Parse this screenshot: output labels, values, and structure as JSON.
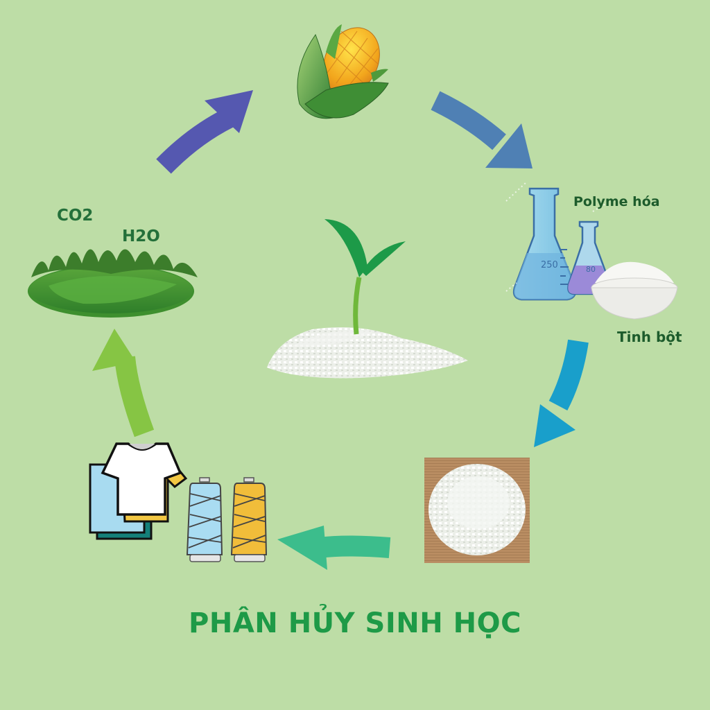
{
  "diagram": {
    "title": "PHÂN HỦY SINH HỌC",
    "background_color": "#bddda6",
    "title_color": "#1e9a47",
    "label_color": "#1f6b34",
    "nodes": [
      {
        "id": "corn",
        "icon": "corn-icon",
        "label": ""
      },
      {
        "id": "lab",
        "icon": "flask-icon",
        "labels": [
          "Polyme hóa",
          "Tinh bột"
        ],
        "flask_markings": [
          "250",
          "80"
        ]
      },
      {
        "id": "pellets",
        "icon": "plastic-pellets-icon",
        "label": ""
      },
      {
        "id": "textiles",
        "icon": "clothing-thread-icon",
        "label": ""
      },
      {
        "id": "grass",
        "icon": "grass-patch-icon",
        "labels": [
          "CO2",
          "H2O"
        ]
      }
    ],
    "center": {
      "icon": "sprout-in-pellets-icon"
    },
    "arrows": [
      {
        "from": "grass",
        "to": "corn",
        "color": "#5558b0"
      },
      {
        "from": "corn",
        "to": "lab",
        "color": "#4f80b4"
      },
      {
        "from": "lab",
        "to": "pellets",
        "color": "#199fcb"
      },
      {
        "from": "pellets",
        "to": "textiles",
        "color": "#3cbd8c"
      },
      {
        "from": "textiles",
        "to": "grass",
        "color": "#86c544"
      }
    ]
  },
  "text": {
    "co2": "CO2",
    "h2o": "H2O",
    "polyme": "Polyme hóa",
    "tinh_bot": "Tinh bột",
    "flask_big": "250",
    "flask_small": "80",
    "title": "PHÂN HỦY SINH HỌC"
  }
}
